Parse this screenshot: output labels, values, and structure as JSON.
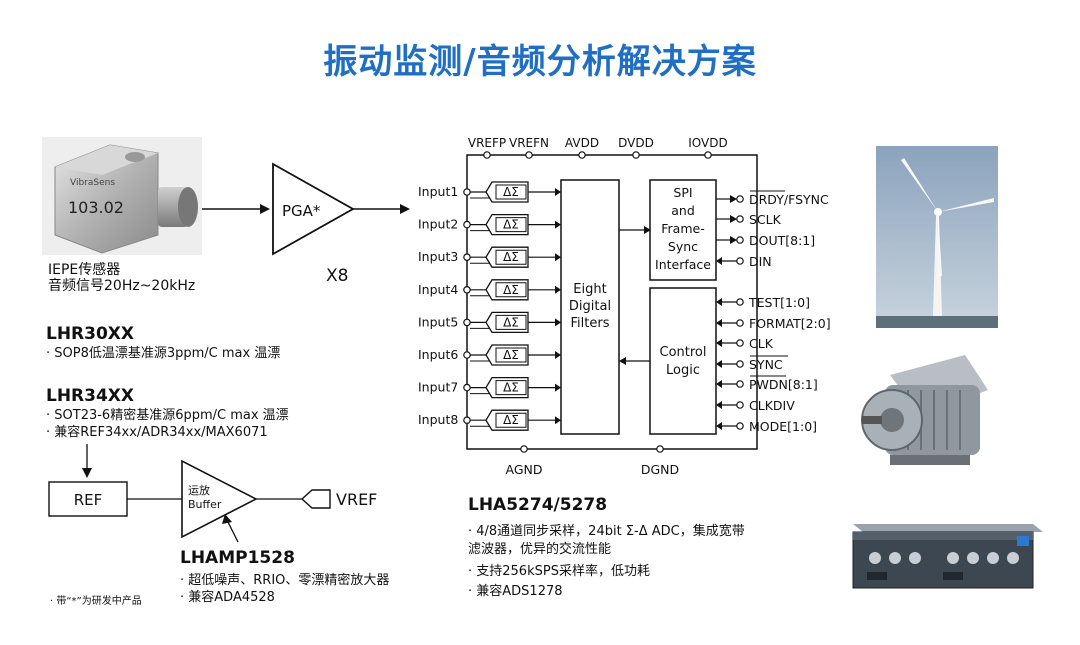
{
  "title": "振动监测/音频分析解决方案",
  "sensor": {
    "brand": "VibraSens",
    "model": "103.02",
    "label_line1": "IEPE传感器",
    "label_line2": "音频信号20Hz~20kHz"
  },
  "pga": {
    "label": "PGA*",
    "count": "X8"
  },
  "lhr30": {
    "name": "LHR30XX",
    "line1": "· SOP8低温漂基准源3ppm/C max 温漂"
  },
  "lhr34": {
    "name": "LHR34XX",
    "line1": "· SOT23-6精密基准源6ppm/C max 温漂",
    "line2": "· 兼容REF34xx/ADR34xx/MAX6071"
  },
  "ref_box": "REF",
  "buffer": {
    "line1": "运放",
    "line2": "Buffer"
  },
  "vref_label": "VREF",
  "lhamp": {
    "name": "LHAMP1528",
    "line1": "· 超低噪声、RRIO、零漂精密放大器",
    "line2": "· 兼容ADA4528"
  },
  "footnote": "· 带“*”为研发中产品",
  "adc": {
    "top_pins": [
      "VREFP",
      "VREFN",
      "AVDD",
      "DVDD",
      "IOVDD"
    ],
    "inputs": [
      "Input1",
      "Input2",
      "Input3",
      "Input4",
      "Input5",
      "Input6",
      "Input7",
      "Input8"
    ],
    "modulator": "ΔΣ",
    "filters": [
      "Eight",
      "Digital",
      "Filters"
    ],
    "spi": [
      "SPI",
      "and",
      "Frame-",
      "Sync",
      "Interface"
    ],
    "control": [
      "Control",
      "Logic"
    ],
    "right_pins": [
      "DRDY/FSYNC",
      "SCLK",
      "DOUT[8:1]",
      "DIN",
      "TEST[1:0]",
      "FORMAT[2:0]",
      "CLK",
      "SYNC",
      "PWDN[8:1]",
      "CLKDIV",
      "MODE[1:0]"
    ],
    "bottom_pins": [
      "AGND",
      "DGND"
    ]
  },
  "lha": {
    "name": "LHA5274/5278",
    "line1": "· 4/8通道同步采样，24bit Σ-Δ ADC，集成宽带",
    "line2": "滤波器，优异的交流性能",
    "line3": "· 支持256kSPS采样率，低功耗",
    "line4": "· 兼容ADS1278"
  }
}
